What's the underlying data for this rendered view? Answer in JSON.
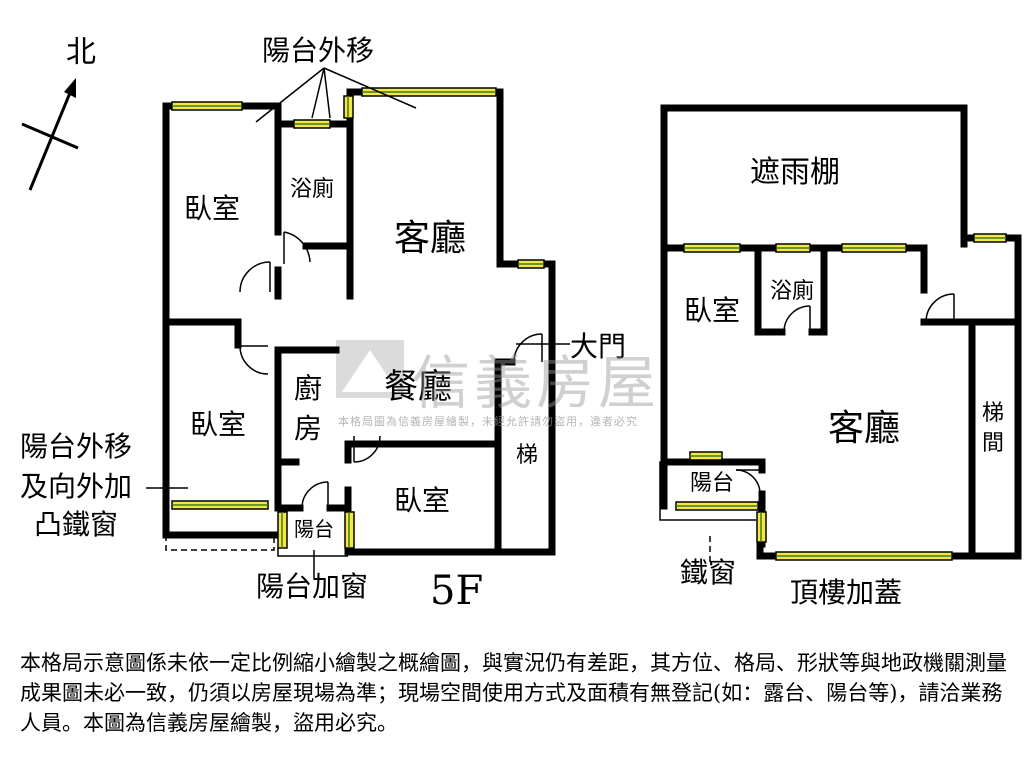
{
  "compass": {
    "label": "北"
  },
  "floor_left": {
    "floor_label": "5F",
    "rooms": {
      "bedroom_nw": "臥室",
      "bathroom": "浴廁",
      "living": "客廳",
      "bedroom_w": "臥室",
      "kitchen": "廚房",
      "dining": "餐廳",
      "bedroom_s": "臥室",
      "stairs": "梯",
      "balcony": "陽台"
    },
    "annotations": {
      "balcony_moved_out": "陽台外移",
      "balcony_moved_out_bay": "陽台外移\n及向外加\n凸鐵窗",
      "balcony_window_added": "陽台加窗",
      "main_door": "大門"
    }
  },
  "floor_right": {
    "rooms": {
      "rain_shelter": "遮雨棚",
      "bedroom": "臥室",
      "bathroom": "浴廁",
      "living": "客廳",
      "stairwell": "梯\n間",
      "balcony": "陽台"
    },
    "annotations": {
      "iron_window": "鐵窗",
      "rooftop_addition": "頂樓加蓋"
    }
  },
  "watermark": {
    "brand": "信義房屋",
    "notice": "本格局圖為信義房屋繪製，未經允許請勿盜用，違者必究"
  },
  "disclaimer": "本格局示意圖係未依一定比例縮小繪製之概繪圖，與實況仍有差距，其方位、格局、形狀等與地政機關測量成果圖未必一致，仍須以房屋現場為準；現場空間使用方式及面積有無登記(如：露台、陽台等)，請洽業務人員。本圖為信義房屋繪製，盜用必究。"
}
